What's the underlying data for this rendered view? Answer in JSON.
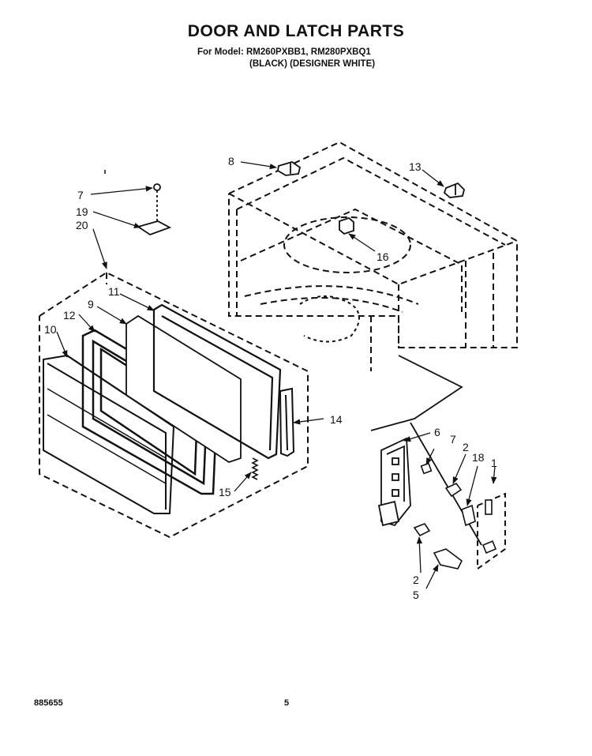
{
  "header": {
    "title": "DOOR AND LATCH PARTS",
    "model_line": "For Model: RM260PXBB1, RM280PXBQ1",
    "variant_line": "(BLACK)   (DESIGNER WHITE)"
  },
  "footer": {
    "doc_number": "885655",
    "page_number": "5"
  },
  "callouts": {
    "c1": "1",
    "c2a": "2",
    "c2b": "2",
    "c5": "5",
    "c6": "6",
    "c7a": "7",
    "c7b": "7",
    "c8": "8",
    "c9": "9",
    "c10": "10",
    "c11": "11",
    "c12": "12",
    "c13": "13",
    "c14": "14",
    "c15": "15",
    "c16": "16",
    "c18": "18",
    "c19": "19",
    "c20": "20"
  }
}
